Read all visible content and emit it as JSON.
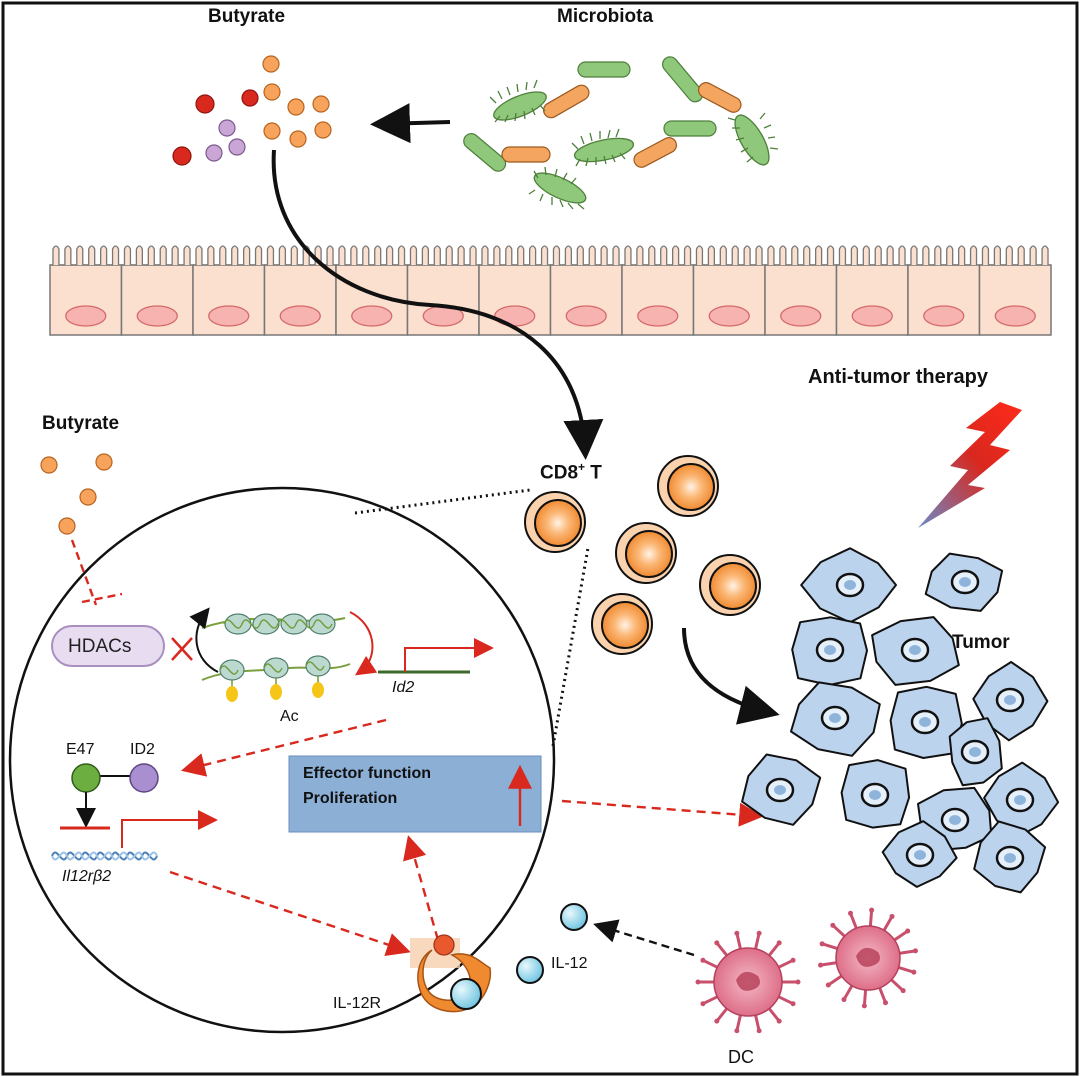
{
  "labels": {
    "butyrate_top": "Butyrate",
    "microbiota": "Microbiota",
    "anti_tumor": "Anti-tumor therapy",
    "butyrate_left": "Butyrate",
    "cd8_main": "CD8",
    "cd8_sup": "+",
    "cd8_tail": " T",
    "tumor": "Tumor",
    "hdacs": "HDACs",
    "id2_gene": "Id2",
    "ac": "Ac",
    "e47": "E47",
    "id2_protein": "ID2",
    "il12rb2_gene": "Il12rβ2",
    "effector": "Effector function",
    "proliferation": "Proliferation",
    "il12": "IL-12",
    "il12r": "IL-12R",
    "dc": "DC"
  },
  "colors": {
    "butyrate_orange": "#f7a35c",
    "butyrate_red": "#d9281e",
    "butyrate_purple": "#c9a6d6",
    "bacteria_green": "#8fc87a",
    "bacteria_orange": "#f4a55f",
    "epithelium": "#fbe0cf",
    "nucleus_pink": "#f6b3b0",
    "tcell_orange": "#f7a35c",
    "tumor_blue": "#bcd3ee",
    "inhibition_red": "#d9281e",
    "effector_box": "#8cafd6",
    "il12_blue": "#8fd3ea",
    "dc_pink": "#e47f97"
  }
}
